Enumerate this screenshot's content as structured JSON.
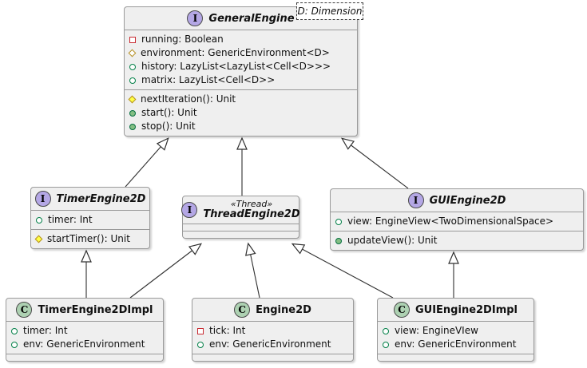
{
  "diagram": {
    "kind": "uml-class-diagram",
    "colors": {
      "box_fill": "#EFEFEF",
      "box_border": "#9A9A9A",
      "edge": "#303030",
      "interface_icon": "#B4A7E5",
      "class_icon": "#ADD1B2",
      "public_green": "#038048",
      "private_red": "#C82930",
      "protected_yellow": "#B38D22"
    }
  },
  "classes": {
    "general_engine": {
      "kind": "interface",
      "icon_letter": "I",
      "name": "GeneralEngine",
      "template_param": "D: Dimension",
      "fields": [
        {
          "visibility": "private",
          "label": "running: Boolean"
        },
        {
          "visibility": "protected",
          "label": "environment: GenericEnvironment<D>"
        },
        {
          "visibility": "public",
          "label": "history: LazyList<LazyList<Cell<D>>>"
        },
        {
          "visibility": "public",
          "label": "matrix: LazyList<Cell<D>>"
        }
      ],
      "methods": [
        {
          "visibility": "protected",
          "label": "nextIteration(): Unit"
        },
        {
          "visibility": "public",
          "label": "start(): Unit"
        },
        {
          "visibility": "public",
          "label": "stop(): Unit"
        }
      ]
    },
    "timer_engine_2d": {
      "kind": "interface",
      "icon_letter": "I",
      "name": "TimerEngine2D",
      "fields": [
        {
          "visibility": "public",
          "label": "timer: Int"
        }
      ],
      "methods": [
        {
          "visibility": "protected",
          "label": "startTimer(): Unit"
        }
      ]
    },
    "thread_engine_2d": {
      "kind": "interface",
      "icon_letter": "I",
      "stereotype": "«Thread»",
      "name": "ThreadEngine2D",
      "fields": [],
      "methods": []
    },
    "gui_engine_2d": {
      "kind": "interface",
      "icon_letter": "I",
      "name": "GUIEngine2D",
      "fields": [
        {
          "visibility": "public",
          "label": "view: EngineView<TwoDimensionalSpace>"
        }
      ],
      "methods": [
        {
          "visibility": "public",
          "label": "updateView(): Unit"
        }
      ]
    },
    "timer_engine_2d_impl": {
      "kind": "class",
      "icon_letter": "C",
      "name": "TimerEngine2DImpl",
      "fields": [
        {
          "visibility": "public",
          "label": "timer: Int"
        },
        {
          "visibility": "public",
          "label": "env: GenericEnvironment"
        }
      ],
      "methods": []
    },
    "engine_2d": {
      "kind": "class",
      "icon_letter": "C",
      "name": "Engine2D",
      "fields": [
        {
          "visibility": "private",
          "label": "tick: Int"
        },
        {
          "visibility": "public",
          "label": "env: GenericEnvironment"
        }
      ],
      "methods": []
    },
    "gui_engine_2d_impl": {
      "kind": "class",
      "icon_letter": "C",
      "name": "GUIEngine2DImpl",
      "fields": [
        {
          "visibility": "public",
          "label": "view: EngineVIew"
        },
        {
          "visibility": "public",
          "label": "env: GenericEnvironment"
        }
      ],
      "methods": []
    }
  },
  "relationships": [
    {
      "from": "TimerEngine2D",
      "to": "GeneralEngine",
      "type": "extends"
    },
    {
      "from": "ThreadEngine2D",
      "to": "GeneralEngine",
      "type": "extends"
    },
    {
      "from": "GUIEngine2D",
      "to": "GeneralEngine",
      "type": "extends"
    },
    {
      "from": "TimerEngine2DImpl",
      "to": "TimerEngine2D",
      "type": "implements"
    },
    {
      "from": "TimerEngine2DImpl",
      "to": "ThreadEngine2D",
      "type": "implements"
    },
    {
      "from": "Engine2D",
      "to": "ThreadEngine2D",
      "type": "implements"
    },
    {
      "from": "GUIEngine2DImpl",
      "to": "ThreadEngine2D",
      "type": "implements"
    },
    {
      "from": "GUIEngine2DImpl",
      "to": "GUIEngine2D",
      "type": "implements"
    }
  ]
}
